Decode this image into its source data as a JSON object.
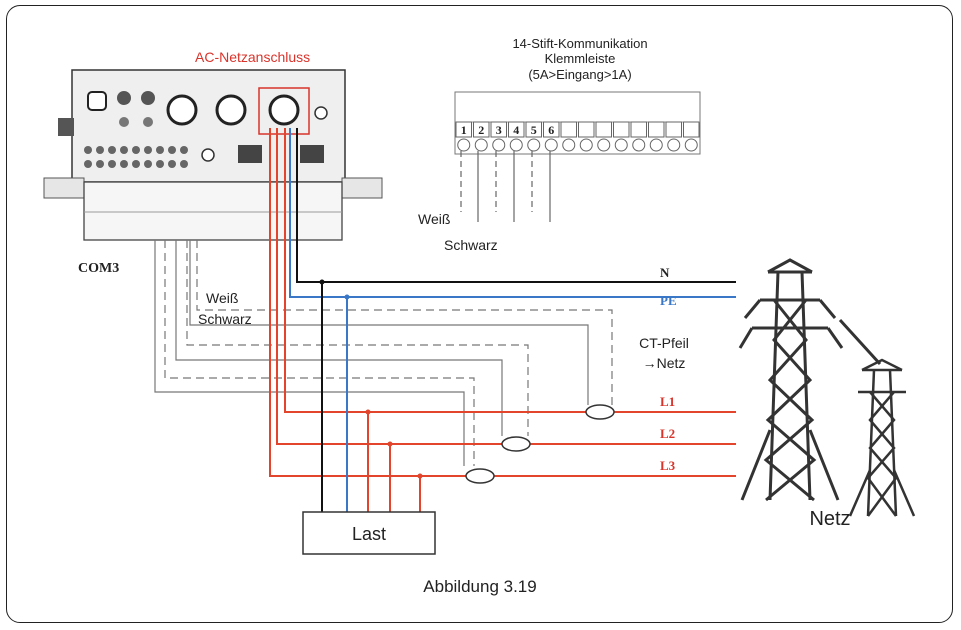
{
  "labels": {
    "ac_connection": "AC-Netzanschluss",
    "comm_line1": "14-Stift-Kommunikation",
    "comm_line2": "Klemmleiste",
    "comm_line3": "(5A>Eingang>1A)",
    "weiss_top": "Weiß",
    "schwarz_top": "Schwarz",
    "weiss_left": "Weiß",
    "schwarz_left": "Schwarz",
    "com3": "COM3",
    "ct_line1": "CT-Pfeil",
    "ct_line2": "→Netz",
    "line_n": "N",
    "line_pe": "PE",
    "line_l1": "L1",
    "line_l2": "L2",
    "line_l3": "L3",
    "load": "Last",
    "grid": "Netz",
    "caption": "Abbildung 3.19"
  },
  "terminal_numbers": [
    "1",
    "2",
    "3",
    "4",
    "5",
    "6"
  ],
  "colors": {
    "accent_red": "#d9342b",
    "phase_wire": "#e2452b",
    "pe_wire": "#3a77c6",
    "neutral_wire": "#111111",
    "signal_wire": "#777777"
  }
}
